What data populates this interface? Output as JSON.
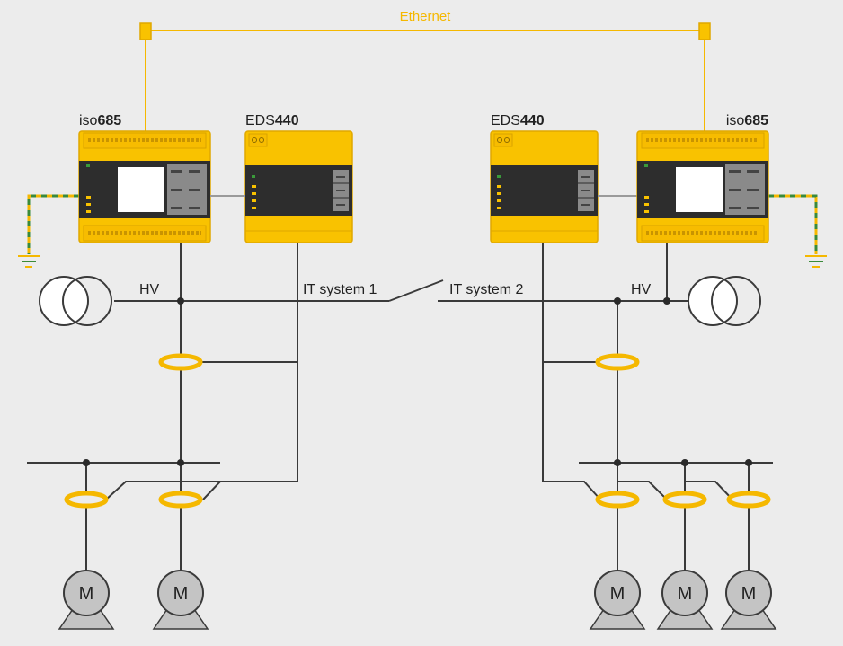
{
  "ethernet": {
    "label": "Ethernet"
  },
  "devices": {
    "iso685_left": {
      "name_prefix": "iso",
      "name_bold": "685"
    },
    "eds440_left": {
      "name_prefix": "EDS",
      "name_bold": "440"
    },
    "eds440_right": {
      "name_prefix": "EDS",
      "name_bold": "440"
    },
    "iso685_right": {
      "name_prefix": "iso",
      "name_bold": "685"
    }
  },
  "labels": {
    "hv_left": "HV",
    "it_system_1": "IT system 1",
    "it_system_2": "IT system 2",
    "hv_right": "HV"
  },
  "motors": [
    {
      "label": "M"
    },
    {
      "label": "M"
    },
    {
      "label": "M"
    },
    {
      "label": "M"
    },
    {
      "label": "M"
    }
  ],
  "colors": {
    "accent_yellow": "#f5b800",
    "device_body": "#f9c200",
    "device_panel": "#2d2d2d",
    "wire": "#3a3a3a",
    "background": "#ececec"
  }
}
